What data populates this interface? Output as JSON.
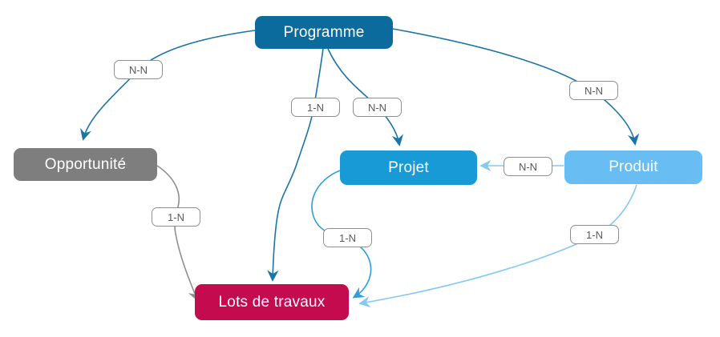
{
  "diagram": {
    "background": "#ffffff",
    "nodes": [
      {
        "id": "programme",
        "label": "Programme",
        "fill": "#0c6b9d"
      },
      {
        "id": "opportunite",
        "label": "Opportunité",
        "fill": "#7e7e7e"
      },
      {
        "id": "projet",
        "label": "Projet",
        "fill": "#189ad6"
      },
      {
        "id": "produit",
        "label": "Produit",
        "fill": "#68bef2"
      },
      {
        "id": "lots-de-travaux",
        "label": "Lots de travaux",
        "fill": "#c30b4e"
      }
    ],
    "edges": [
      {
        "from": "Programme",
        "to": "Opportunité",
        "cardinality": "N-N",
        "color": "#1a74a6"
      },
      {
        "from": "Programme",
        "to": "Lots de travaux",
        "cardinality": "1-N",
        "color": "#1a74a6"
      },
      {
        "from": "Programme",
        "to": "Projet",
        "cardinality": "N-N",
        "color": "#1a74a6"
      },
      {
        "from": "Programme",
        "to": "Produit",
        "cardinality": "N-N",
        "color": "#1a74a6"
      },
      {
        "from": "Produit",
        "to": "Projet",
        "cardinality": "N-N",
        "color": "#85c9f3"
      },
      {
        "from": "Opportunité",
        "to": "Lots de travaux",
        "cardinality": "1-N",
        "color": "#8f8f8f"
      },
      {
        "from": "Projet",
        "to": "Lots de travaux",
        "cardinality": "1-N",
        "color": "#2f9ed9"
      },
      {
        "from": "Produit",
        "to": "Lots de travaux",
        "cardinality": "1-N",
        "color": "#85c9f3"
      }
    ],
    "colors": {
      "arrow_dark": "#1a74a6",
      "arrow_gray": "#8f8f8f",
      "arrow_light": "#85c9f3",
      "arrow_mid": "#2f9ed9",
      "label_border": "#8e8e8e",
      "label_text": "#595959"
    }
  }
}
